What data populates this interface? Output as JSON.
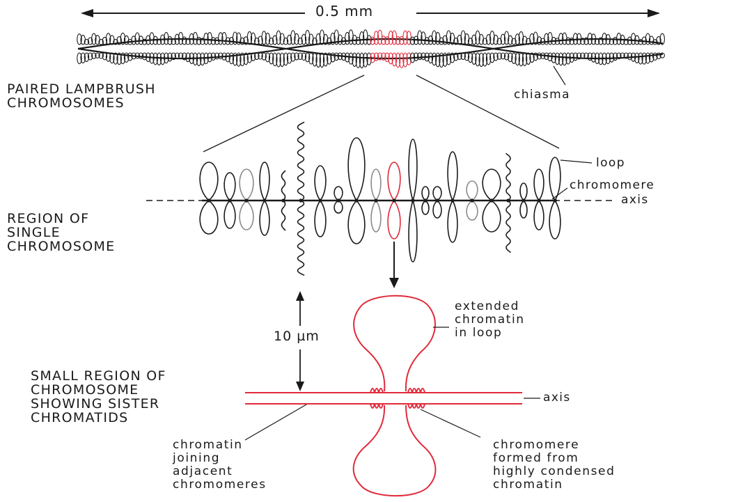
{
  "scale_label": "0.5 mm",
  "micron_label": "10 µm",
  "panels": {
    "paired": {
      "title_lines": [
        "PAIRED LAMPBRUSH",
        "CHROMOSOMES"
      ],
      "chiasma_label": "chiasma"
    },
    "single": {
      "title_lines": [
        "REGION OF",
        "SINGLE",
        "CHROMOSOME"
      ],
      "loop_label": "loop",
      "chromomere_label": "chromomere",
      "axis_label": "axis"
    },
    "small": {
      "title_lines": [
        "SMALL REGION OF",
        "CHROMOSOME",
        "SHOWING SISTER",
        "CHROMATIDS"
      ],
      "extended_lines": [
        "extended",
        "chromatin",
        "in loop"
      ],
      "axis_label": "axis",
      "joining_lines": [
        "chromatin",
        "joining",
        "adjacent",
        "chromomeres"
      ],
      "chromomere_lines": [
        "chromomere",
        "formed from",
        "highly condensed",
        "chromatin"
      ]
    }
  },
  "colors": {
    "ink": "#1a1a1a",
    "highlight": "#e02a3a",
    "faint": "#8a8a8a"
  }
}
